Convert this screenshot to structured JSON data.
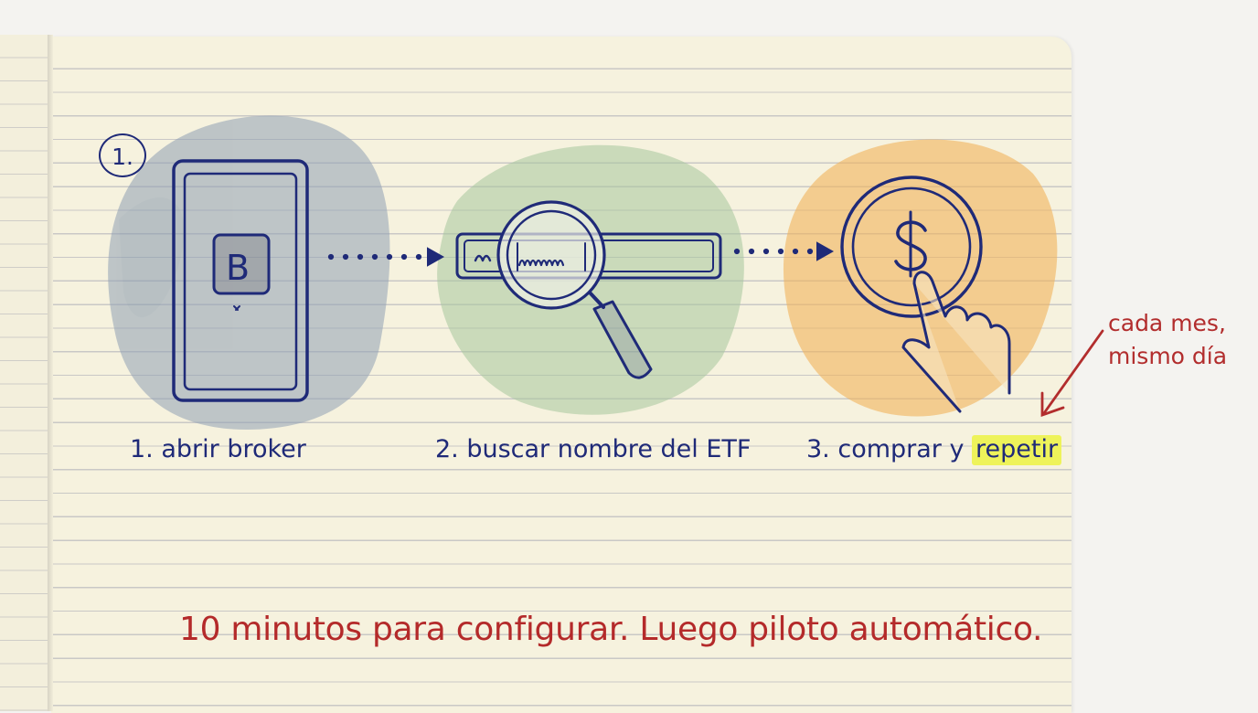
{
  "step_badge": "1.",
  "steps": [
    {
      "label": "1. abrir broker",
      "icon": "phone-broker-app-icon"
    },
    {
      "label": "2. buscar nombre del ETF",
      "icon": "search-bar-magnifier-icon"
    },
    {
      "label_prefix": "3. comprar y ",
      "label_highlight": "repetir",
      "icon": "dollar-coin-tap-icon"
    }
  ],
  "phone_app_letter": "B",
  "note": {
    "line1": "cada mes,",
    "line2": "mismo día"
  },
  "tagline": "10 minutos para configurar. Luego piloto automático.",
  "colors": {
    "ink": "#1f2a78",
    "red_ink": "#b22d2d",
    "highlight": "#eef35a",
    "wash_blue": "#9aaabb",
    "wash_green": "#a9c9a0",
    "wash_orange": "#f1b560",
    "paper": "#f6f2de"
  }
}
